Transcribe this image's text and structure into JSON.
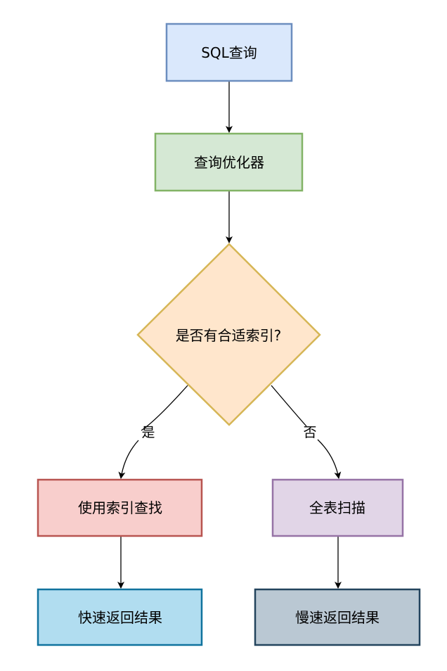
{
  "nodes": {
    "sql_query": {
      "label": "SQL查询",
      "fill": "#dae8fc",
      "stroke": "#6c8ebf"
    },
    "optimizer": {
      "label": "查询优化器",
      "fill": "#d5e8d4",
      "stroke": "#82b366"
    },
    "decision": {
      "label": "是否有合适索引?",
      "fill": "#ffe6cc",
      "stroke": "#d6b656"
    },
    "index_lookup": {
      "label": "使用索引查找",
      "fill": "#f8cecc",
      "stroke": "#b85450"
    },
    "full_scan": {
      "label": "全表扫描",
      "fill": "#e1d5e7",
      "stroke": "#9673a6"
    },
    "fast_result": {
      "label": "快速返回结果",
      "fill": "#b1ddf0",
      "stroke": "#10739e"
    },
    "slow_result": {
      "label": "慢速返回结果",
      "fill": "#bac8d3",
      "stroke": "#23445d"
    }
  },
  "edges": {
    "yes_label": "是",
    "no_label": "否"
  }
}
